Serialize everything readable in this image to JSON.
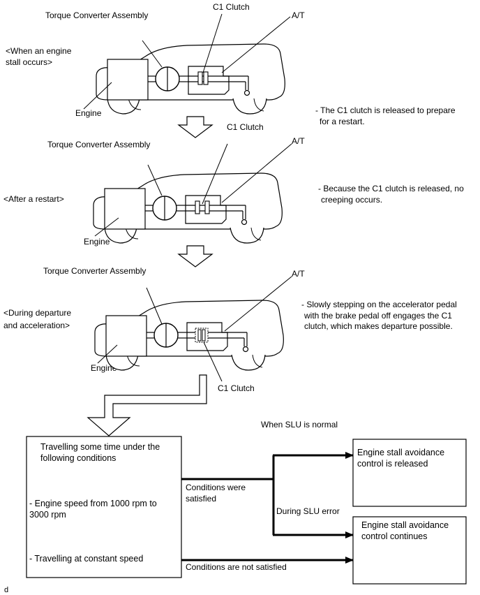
{
  "scenes": [
    {
      "tc_label": "Torque Converter Assembly",
      "clutch_label": "C1 Clutch",
      "at_label": "A/T",
      "state_lines": [
        "<When an engine",
        "stall occurs>"
      ],
      "engine_label": "Engine",
      "note_lines": [
        "- The C1 clutch is released to prepare",
        "for a restart."
      ]
    },
    {
      "tc_label": "Torque Converter Assembly",
      "clutch_label": "C1 Clutch",
      "at_label": "A/T",
      "state_lines": [
        "<After a restart>"
      ],
      "engine_label": "Engine",
      "note_lines": [
        "- Because the C1 clutch is released, no",
        "creeping occurs."
      ]
    },
    {
      "tc_label": "Torque Converter Assembly",
      "clutch_label": "C1 Clutch",
      "at_label": "A/T",
      "state_lines": [
        "<During departure",
        "and acceleration>"
      ],
      "engine_label": "Engine",
      "note_lines": [
        "- Slowly stepping on the accelerator pedal",
        "with the brake pedal off engages the C1",
        "clutch, which makes departure possible."
      ]
    }
  ],
  "flow": {
    "left_box": {
      "heading_lines": [
        "Travelling some time under the",
        "following conditions"
      ],
      "cond1_lines": [
        "- Engine speed from 1000 rpm to",
        "3000 rpm"
      ],
      "cond2_lines": [
        "- Travelling at constant speed"
      ]
    },
    "when_normal": "When SLU is normal",
    "satisfied_lines": [
      "Conditions were",
      "satisfied"
    ],
    "slu_error": "During SLU error",
    "not_satisfied": "Conditions are not satisfied",
    "released_lines": [
      "Engine stall avoidance",
      "control is released"
    ],
    "continues_lines": [
      "Engine stall avoidance",
      "control continues"
    ]
  },
  "footnote": "d"
}
